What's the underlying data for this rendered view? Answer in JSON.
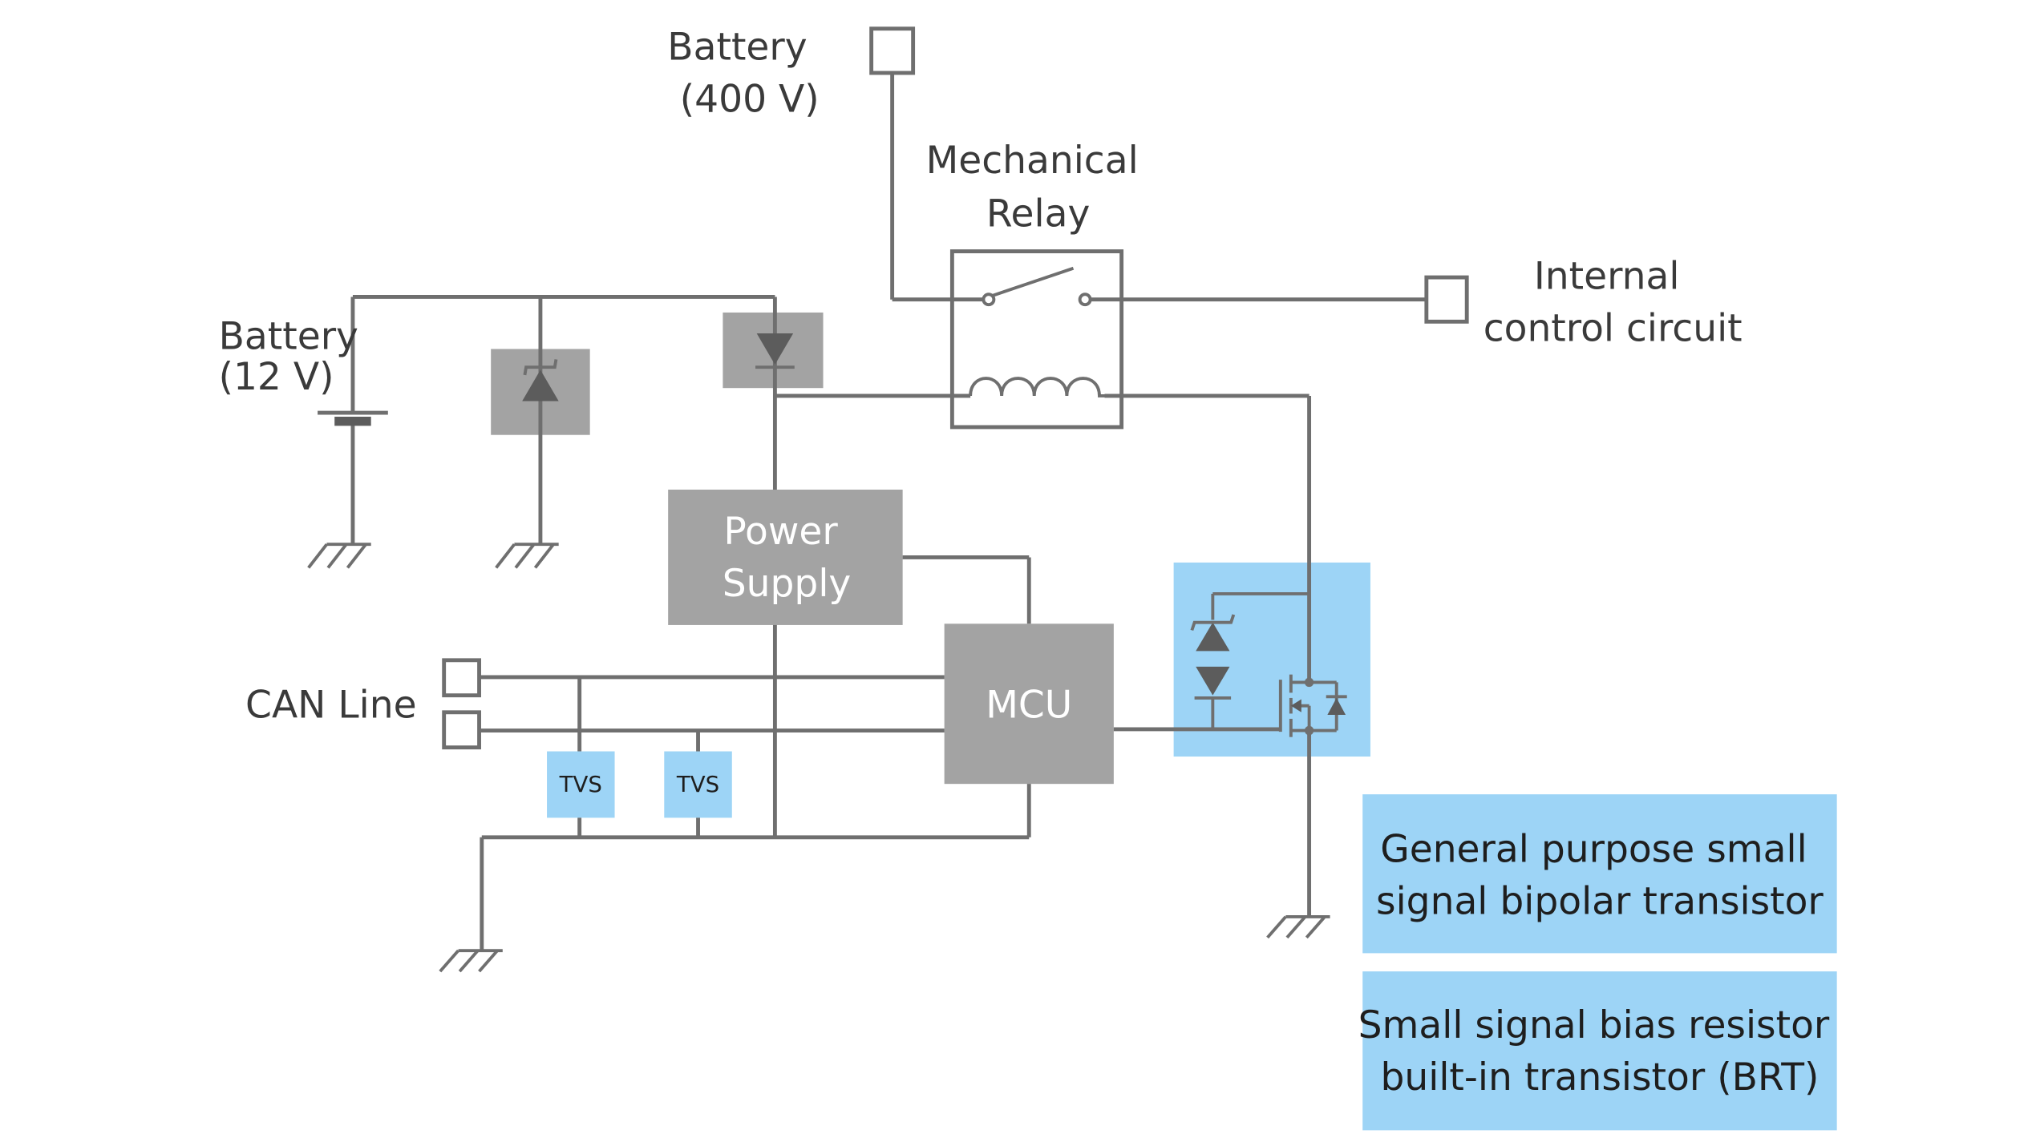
{
  "labels": {
    "battery_400v": [
      "Battery",
      "(400 V)"
    ],
    "mechanical_relay": [
      "Mechanical",
      "Relay"
    ],
    "internal_control": [
      "Internal",
      "control circuit"
    ],
    "battery_12v": [
      "Battery",
      "(12 V)"
    ],
    "power_supply": [
      "Power",
      "Supply"
    ],
    "mcu": "MCU",
    "can_line": "CAN Line",
    "tvs": "TVS"
  },
  "legend": {
    "items": [
      {
        "text": [
          "General purpose small",
          "signal bipolar transistor"
        ]
      },
      {
        "text": [
          "Small signal bias resistor",
          "built-in transistor (BRT)"
        ]
      }
    ]
  },
  "colors": {
    "highlight_blue": "#9dd4f6",
    "component_gray": "#a3a3a3",
    "wire": "#6f6f6f"
  }
}
